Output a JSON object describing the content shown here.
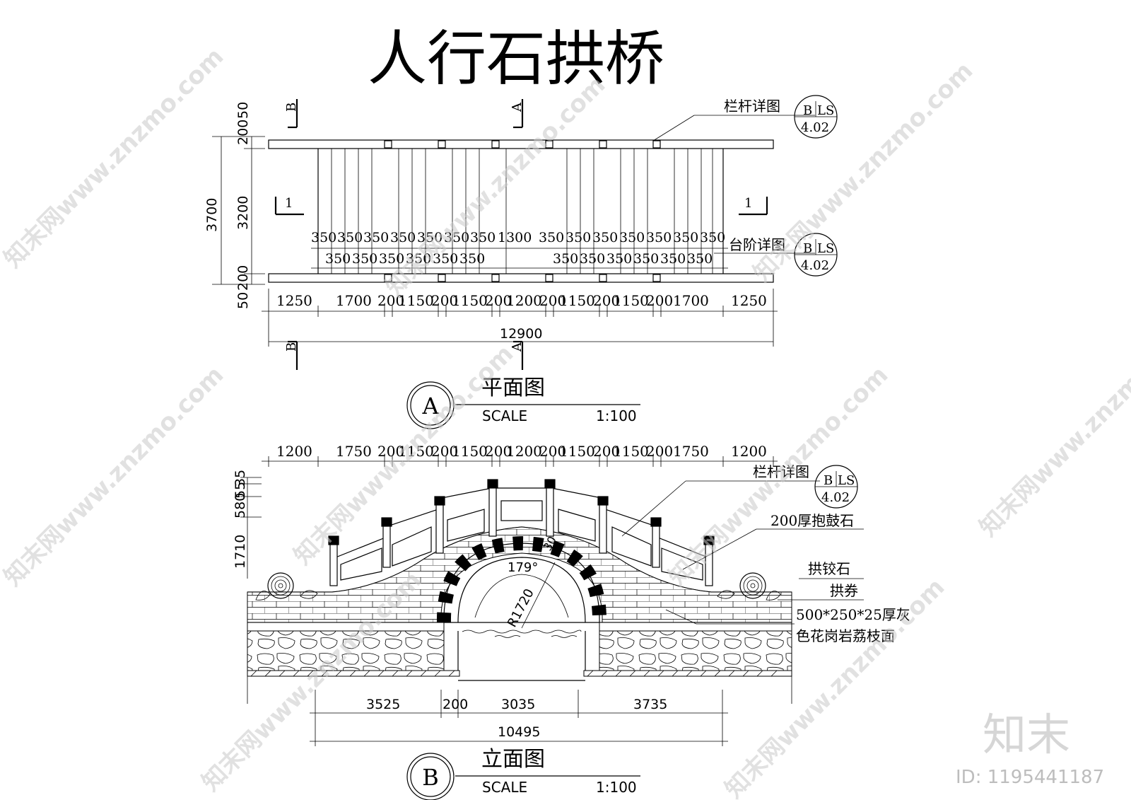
{
  "title": "人行石拱桥",
  "plan": {
    "section_marks": {
      "b": "B",
      "a": "A",
      "one": "1"
    },
    "left_dims": [
      "200",
      "50",
      "3200",
      "200",
      "50",
      "3700"
    ],
    "spacing_top": [
      "350",
      "350",
      "350",
      "350",
      "350",
      "350",
      "350",
      "1300",
      "350",
      "350",
      "350",
      "350",
      "350",
      "350",
      "350"
    ],
    "spacing_bottom_left": [
      "350",
      "350",
      "350",
      "350",
      "350",
      "350"
    ],
    "spacing_bottom_right": [
      "350",
      "350",
      "350",
      "350",
      "350",
      "350"
    ],
    "bottom_dims": [
      "1250",
      "1700",
      "200",
      "1150",
      "200",
      "1150",
      "200",
      "1200",
      "200",
      "1150",
      "200",
      "1150",
      "200",
      "1700",
      "1250"
    ],
    "total": "12900",
    "callouts": [
      {
        "label": "栏杆详图",
        "ref_top": "B",
        "ref_right": "LS",
        "ref_num": "4.02"
      },
      {
        "label": "台阶详图",
        "ref_top": "B",
        "ref_right": "LS",
        "ref_num": "4.02"
      }
    ],
    "view_id": "A",
    "view_title": "平面图",
    "scale_label": "SCALE",
    "scale_value": "1:100"
  },
  "elevation": {
    "top_dims": [
      "1200",
      "1750",
      "200",
      "1150",
      "200",
      "1150",
      "200",
      "1200",
      "200",
      "1150",
      "200",
      "1150",
      "200",
      "1750",
      "1200"
    ],
    "left_dims": [
      "55",
      "580",
      "35",
      "1710"
    ],
    "arch_labels": {
      "radius": "R1720",
      "angle": "179°",
      "extra": "30"
    },
    "callouts": [
      {
        "label": "栏杆详图",
        "ref_top": "B",
        "ref_right": "LS",
        "ref_num": "4.02"
      },
      {
        "label": "200厚抱鼓石"
      },
      {
        "label": "拱铰石"
      },
      {
        "label": "拱券"
      },
      {
        "label": "500*250*25厚灰"
      },
      {
        "label": "色花岗岩荔枝面"
      }
    ],
    "bottom_dims": [
      "3525",
      "200",
      "3035",
      "3735"
    ],
    "total": "10495",
    "view_id": "B",
    "view_title": "立面图",
    "scale_label": "SCALE",
    "scale_value": "1:100"
  },
  "watermark": {
    "brand": "知末",
    "id": "ID: 1195441187",
    "site": "知末网www.znzmo.com"
  }
}
